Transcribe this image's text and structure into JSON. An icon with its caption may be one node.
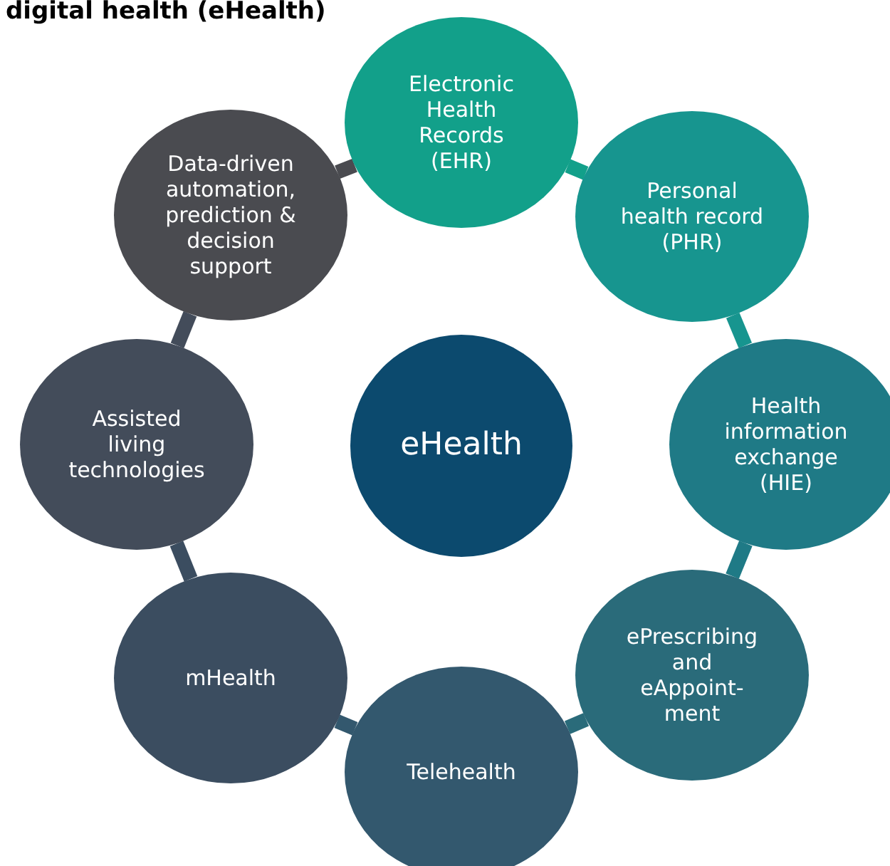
{
  "diagram": {
    "title": "digital health (eHealth)",
    "nodes": [
      {
        "text": [
          "Electronic Health Records (EHR)"
        ]
      },
      {
        "text": [
          "Personal health record (PHR)"
        ]
      },
      {
        "text": [
          "Health information exchange (HIE)"
        ]
      },
      {
        "text": [
          "ePrescribing and eAppoint-ment"
        ]
      },
      {
        "text": [
          "Telehealth"
        ]
      },
      {
        "text": [
          "mHealth"
        ]
      },
      {
        "text": [
          "Assisted living technologies"
        ]
      },
      {
        "text": [
          "Data-driven automation, prediction & decision support"
        ]
      },
      {
        "text": [
          "eHealth"
        ]
      }
    ],
    "edges": [
      {
        "from": 0,
        "to": 1,
        "arrow": "none"
      },
      {
        "from": 1,
        "to": 2,
        "arrow": "none"
      },
      {
        "from": 2,
        "to": 3,
        "arrow": "none"
      },
      {
        "from": 3,
        "to": 4,
        "arrow": "none"
      },
      {
        "from": 4,
        "to": 5,
        "arrow": "none"
      },
      {
        "from": 5,
        "to": 6,
        "arrow": "none"
      },
      {
        "from": 6,
        "to": 7,
        "arrow": "none"
      },
      {
        "from": 7,
        "to": 0,
        "arrow": "none"
      }
    ]
  }
}
